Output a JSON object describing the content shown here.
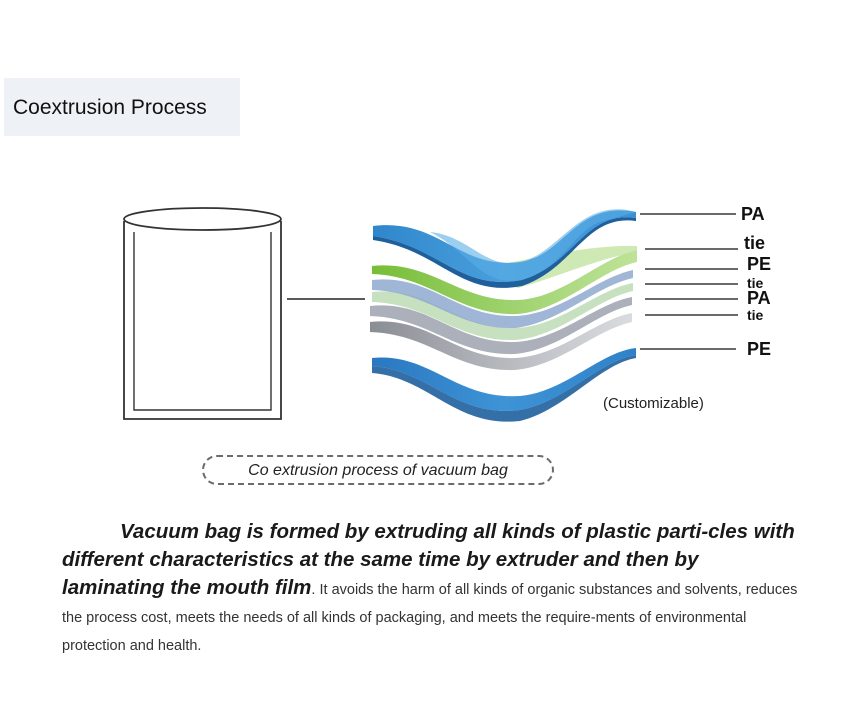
{
  "header": {
    "title": "Coextrusion Process"
  },
  "diagram": {
    "layers": [
      {
        "label": "PA",
        "size": "large"
      },
      {
        "label": "tie",
        "size": "large"
      },
      {
        "label": "PE",
        "size": "large"
      },
      {
        "label": "tie",
        "size": "small"
      },
      {
        "label": "PA",
        "size": "large"
      },
      {
        "label": "tie",
        "size": "small"
      },
      {
        "label": "PE",
        "size": "large"
      }
    ],
    "note": "(Customizable)",
    "caption": "Co extrusion process of vacuum bag",
    "colors": {
      "blue": "#3a8fd0",
      "green": "#7cc23e",
      "gray": "#9aa0a8"
    }
  },
  "paragraph": {
    "bold_text": "Vacuum bag is formed by extruding all kinds of plastic parti-cles with different characteristics at the same time by extruder and then by laminating the mouth film",
    "normal_text": ". It avoids the harm of all kinds of organic substances and solvents, reduces the process cost, meets the needs of all kinds of packaging, and meets the require-ments of environmental protection and health."
  }
}
